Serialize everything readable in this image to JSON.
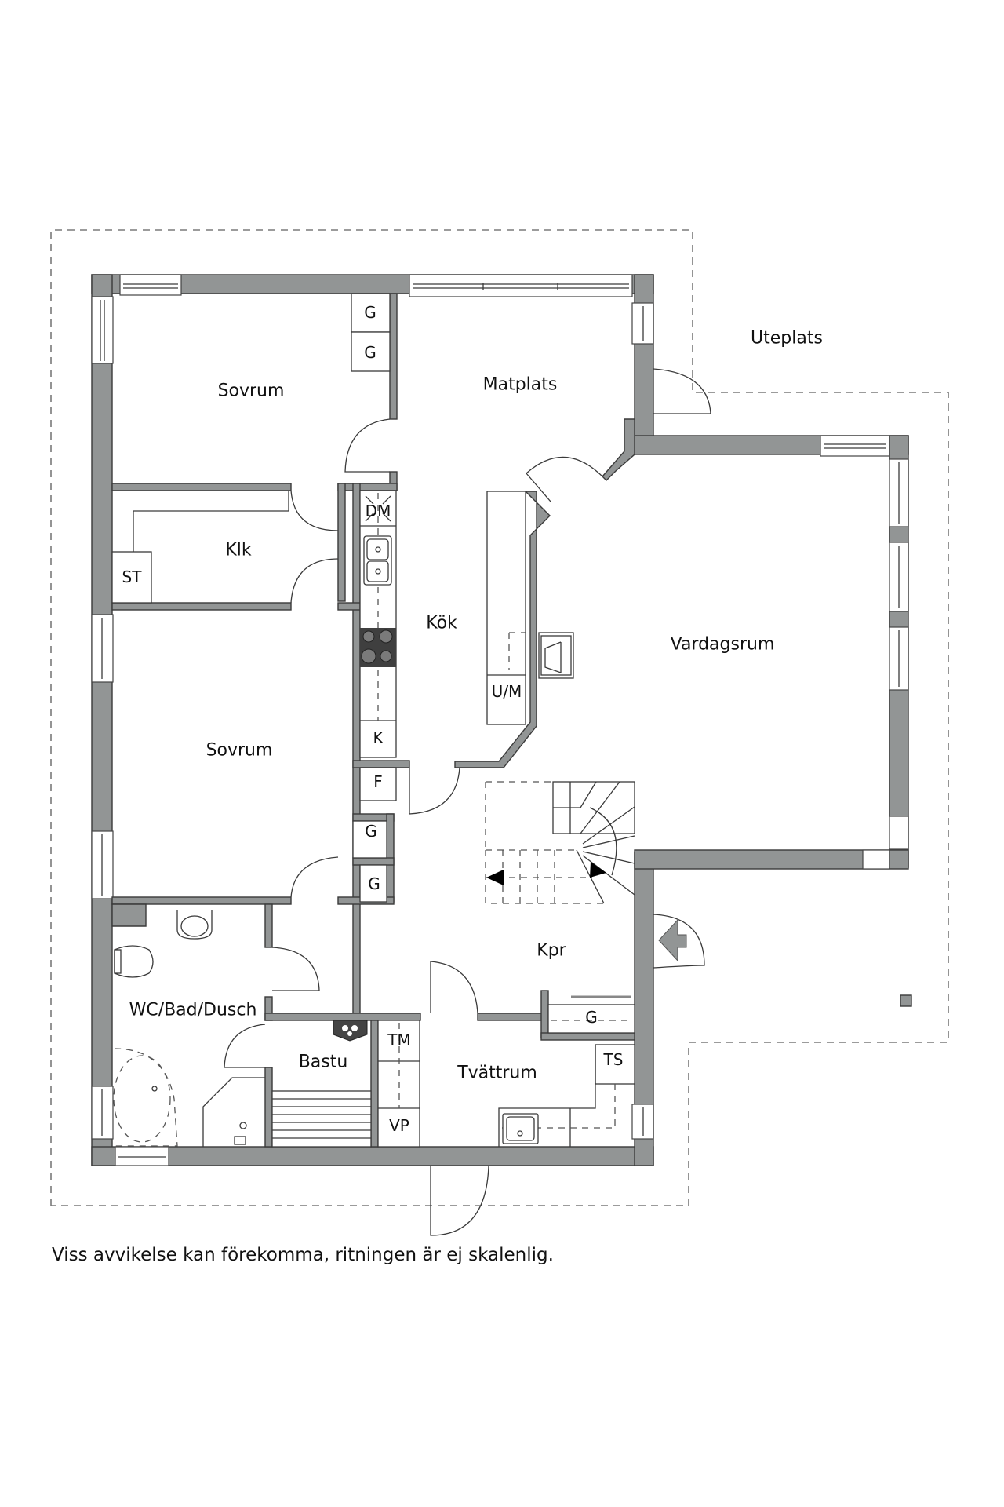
{
  "plan": {
    "rooms": {
      "sovrum_top": "Sovrum",
      "matplats": "Matplats",
      "uteplats": "Uteplats",
      "klk": "Klk",
      "kok": "Kök",
      "vardagsrum": "Vardagsrum",
      "sovrum_bottom": "Sovrum",
      "kpr": "Kpr",
      "wc_bad_dusch": "WC/Bad/Dusch",
      "bastu": "Bastu",
      "tvattrum": "Tvättrum"
    },
    "fixtures": {
      "g1": "G",
      "g2": "G",
      "st": "ST",
      "dm": "DM",
      "um": "U/M",
      "k": "K",
      "f": "F",
      "g3": "G",
      "g4": "G",
      "g5": "G",
      "tm": "TM",
      "vp": "VP",
      "ts": "TS"
    },
    "colors": {
      "wall": "#929595",
      "outline": "#3a3a3a",
      "dashed": "#7a7a7a"
    }
  },
  "footer": {
    "disclaimer": "Viss avvikelse kan förekomma, ritningen är ej skalenlig."
  }
}
